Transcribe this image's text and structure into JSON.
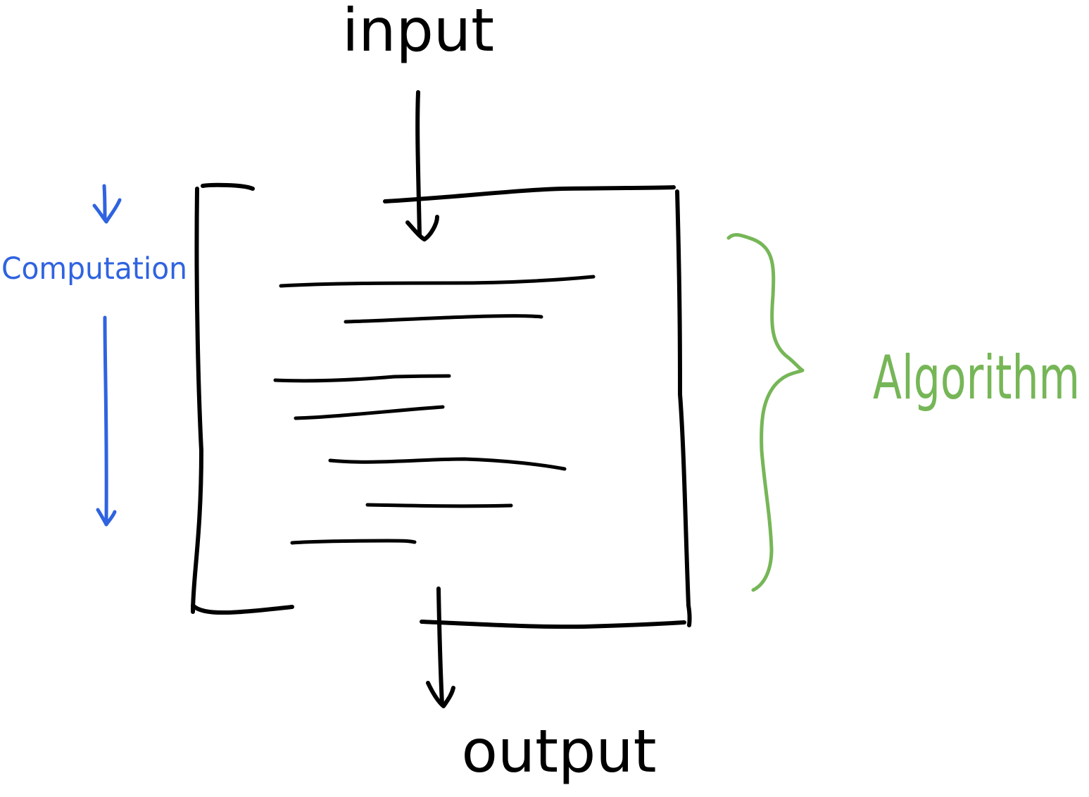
{
  "labels": {
    "input": "input",
    "output": "output",
    "computation": "Computation",
    "algorithm": "Algorithm"
  },
  "colors": {
    "ink": "#000000",
    "computation": "#2f63e0",
    "algorithm": "#76b657"
  }
}
